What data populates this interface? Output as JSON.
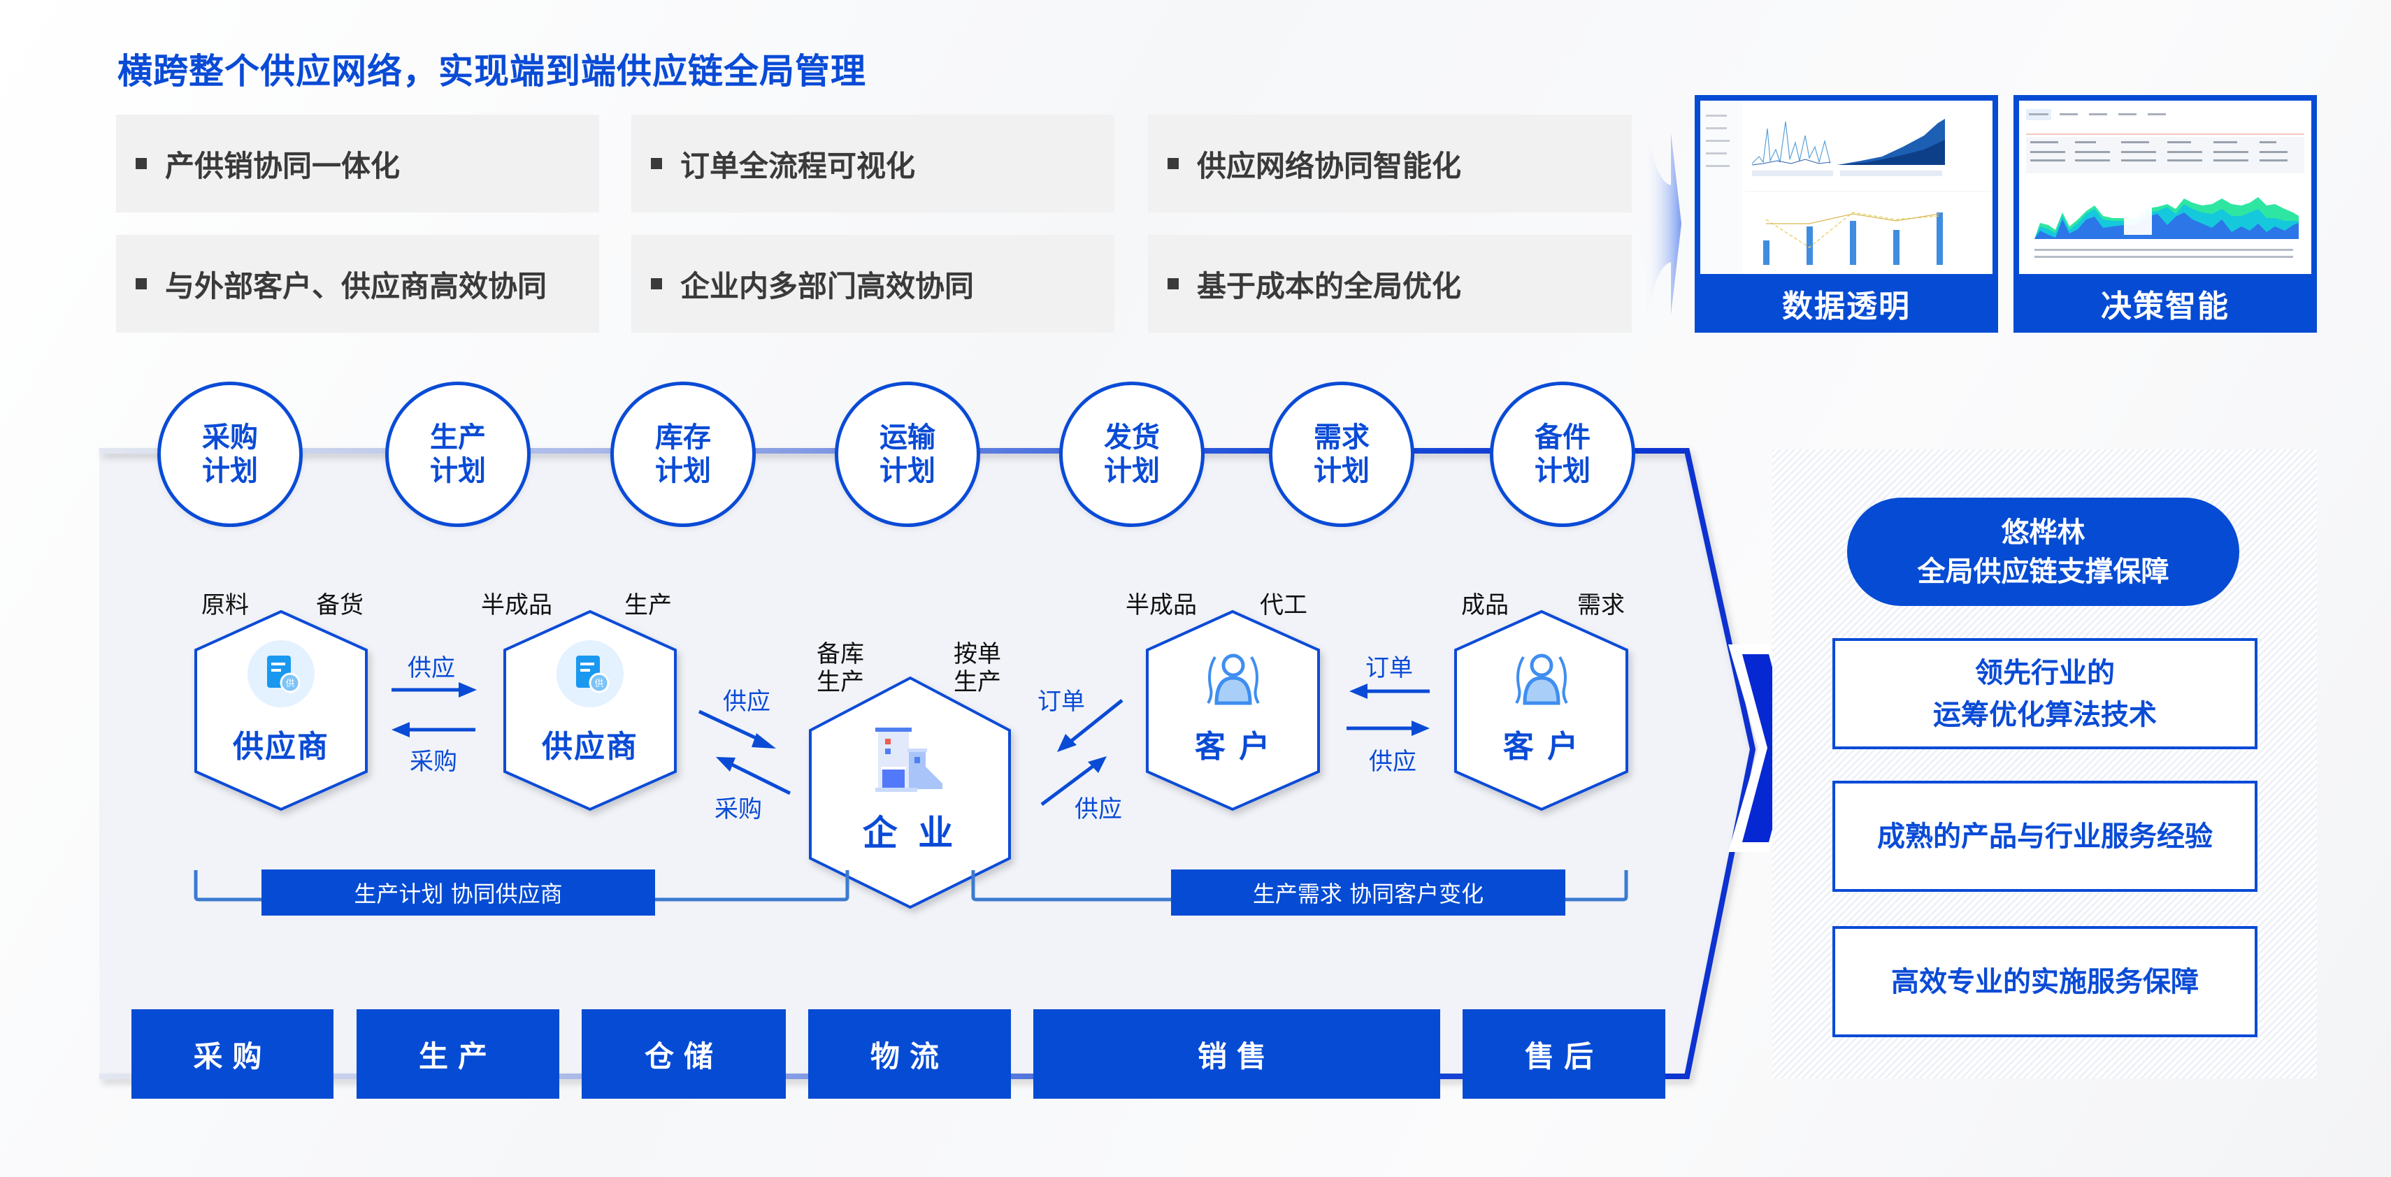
{
  "title": "横跨整个供应网络，实现端到端供应链全局管理",
  "features": [
    "产供销协同一体化",
    "订单全流程可视化",
    "供应网络协同智能化",
    "与外部客户、供应商高效协同",
    "企业内多部门高效协同",
    "基于成本的全局优化"
  ],
  "cards": [
    {
      "label": "数据透明",
      "icon": "dashboard-screenshot"
    },
    {
      "label": "决策智能",
      "icon": "analytics-screenshot"
    }
  ],
  "plans": [
    {
      "line1": "采购",
      "line2": "计划"
    },
    {
      "line1": "生产",
      "line2": "计划"
    },
    {
      "line1": "库存",
      "line2": "计划"
    },
    {
      "line1": "运输",
      "line2": "计划"
    },
    {
      "line1": "发货",
      "line2": "计划"
    },
    {
      "line1": "需求",
      "line2": "计划"
    },
    {
      "line1": "备件",
      "line2": "计划"
    }
  ],
  "nodes": {
    "supplier1": {
      "label": "供应商",
      "icon": "supplier-document-icon",
      "tag_left": "原料",
      "tag_right": "备货"
    },
    "supplier2": {
      "label": "供应商",
      "icon": "supplier-document-icon",
      "tag_left": "半成品",
      "tag_right": "生产"
    },
    "enterprise": {
      "label": "企 业",
      "icon": "factory-building-icon",
      "tag_left_1": "备库",
      "tag_left_2": "生产",
      "tag_right_1": "按单",
      "tag_right_2": "生产"
    },
    "customer1": {
      "label": "客 户",
      "icon": "users-icon",
      "tag_left": "半成品",
      "tag_right": "代工"
    },
    "customer2": {
      "label": "客 户",
      "icon": "users-icon",
      "tag_left": "成品",
      "tag_right": "需求"
    }
  },
  "flows": {
    "s1_s2_forward": "供应",
    "s1_s2_back": "采购",
    "s2_ent_forward": "供应",
    "s2_ent_back": "采购",
    "ent_c1_order": "订单",
    "ent_c1_supply": "供应",
    "c1_c2_order": "订单",
    "c1_c2_supply": "供应"
  },
  "brackets": {
    "left": "生产计划  协同供应商",
    "right": "生产需求  协同客户变化"
  },
  "tabs": [
    "采购",
    "生产",
    "仓储",
    "物流",
    "销售",
    "售后"
  ],
  "support": {
    "pill_line1": "悠桦林",
    "pill_line2": "全局供应链支撑保障",
    "items": [
      {
        "line1": "领先行业的",
        "line2": "运筹优化算法技术"
      },
      {
        "line1": "成熟的产品与行业服务经验",
        "line2": ""
      },
      {
        "line1": "高效专业的实施服务保障",
        "line2": ""
      }
    ]
  },
  "colors": {
    "brand_blue": "#054bd4",
    "text_blue": "#0a4bd6",
    "feature_bg": "#f1f1f1",
    "feature_text": "#3a3a3a"
  }
}
